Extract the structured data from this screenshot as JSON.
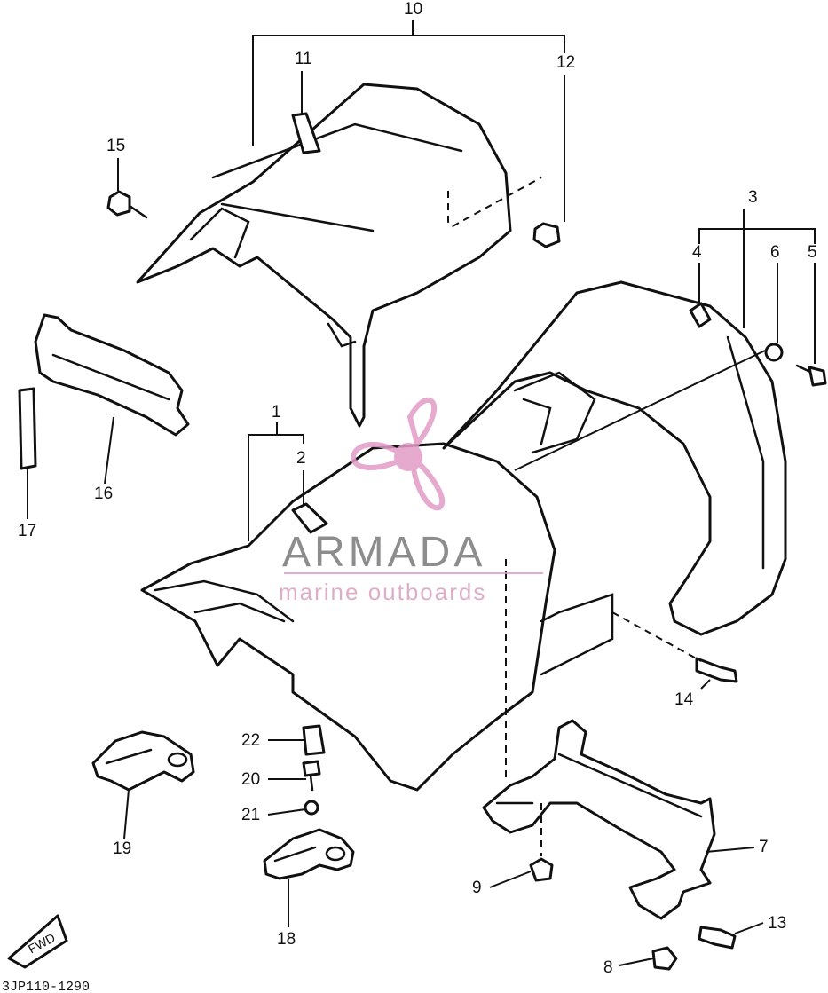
{
  "callouts": {
    "c1": "1",
    "c2": "2",
    "c3": "3",
    "c4": "4",
    "c5": "5",
    "c6": "6",
    "c7": "7",
    "c8": "8",
    "c9": "9",
    "c10": "10",
    "c11": "11",
    "c12": "12",
    "c13": "13",
    "c14": "14",
    "c15": "15",
    "c16": "16",
    "c17": "17",
    "c18": "18",
    "c19": "19",
    "c20": "20",
    "c21": "21",
    "c22": "22"
  },
  "drawing_code": "3JP110-1290",
  "fwd_label": "FWD",
  "watermark": {
    "brand": "ARMADA",
    "tagline": "marine outboards",
    "color": "#e29cc6"
  },
  "colors": {
    "line": "#111111",
    "paper": "#ffffff"
  }
}
